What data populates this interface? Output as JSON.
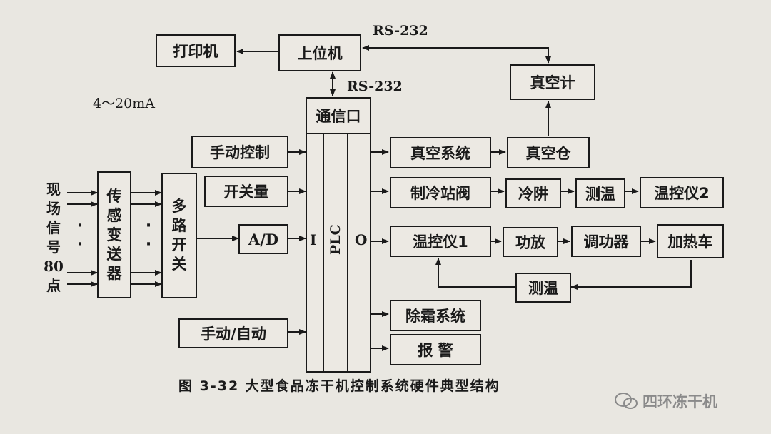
{
  "nodes": {
    "printer": "打印机",
    "host": "上位机",
    "vacuum_gauge": "真空计",
    "comm_port": "通信口",
    "manual_control": "手动控制",
    "switch_qty": "开关量",
    "ad": "A/D",
    "manual_auto": "手动/自动",
    "sensor_transmitter": [
      "传",
      "感",
      "变",
      "送",
      "器"
    ],
    "multiplexer": [
      "多",
      "路",
      "开",
      "关"
    ],
    "vacuum_system": "真空系统",
    "vacuum_chamber": "真空仓",
    "refrigeration_valve": "制冷站阀",
    "cold_trap": "冷阱",
    "temp_measure_1": "测温",
    "temp_controller_2": "温控仪2",
    "temp_controller_1": "温控仪1",
    "power_amp": "功放",
    "power_regulator": "调功器",
    "heating_cart": "加热车",
    "temp_measure_2": "测温",
    "defrost_system": "除霜系统",
    "alarm": "报 警"
  },
  "labels": {
    "rs232_top": "RS-232",
    "rs232_side": "RS-232",
    "current_range": "4～20mA",
    "plc_input": "I",
    "plc": "PLC",
    "plc_output": "O",
    "field_signal": [
      "现",
      "场",
      "信",
      "号",
      "80",
      "点"
    ]
  },
  "caption": "图 3-32   大型食品冻干机控制系统硬件典型结构",
  "watermark": "四环冻干机"
}
